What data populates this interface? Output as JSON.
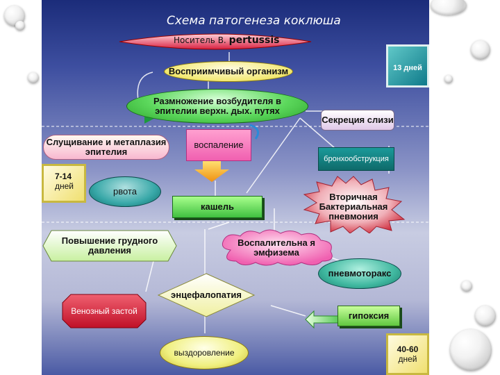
{
  "title": "Схема патогенеза коклюша",
  "carrier_prefix": "Носитель B.",
  "carrier_species": "pertussis",
  "nodes": {
    "susceptible": "Восприимчивый организм",
    "reproduction": "Размножение возбудителя в эпителии верхн. дых. путях",
    "mucus": "Секреция слизи",
    "shedding": "Слущивание и метаплазия эпителия",
    "inflammation": "воспаление",
    "obstruction": "бронхообструкция",
    "vomiting": "рвота",
    "cough": "кашель",
    "pneumonia": "Вторичная Бактериальная пневмония",
    "pressure": "Повышение грудного давления",
    "emphysema": "Воспалительна я эмфизема",
    "pneumothorax": "пневмоторакс",
    "encephalopathy": "энцефалопатия",
    "venous": "Венозный застой",
    "hypoxia": "гипоксия",
    "recovery": "выздоровление"
  },
  "periods": {
    "p13": "13 дней",
    "p7_14_num": "7-14",
    "p7_14_unit": "дней",
    "p40_60_num": "40-60",
    "p40_60_unit": "дней"
  },
  "colors": {
    "slide_top": "#1b2c7a",
    "green": "#3cc43c",
    "yellow": "#f2f070",
    "pink": "#f06ab0",
    "red": "#e0203a",
    "teal": "#1a8a8a"
  }
}
